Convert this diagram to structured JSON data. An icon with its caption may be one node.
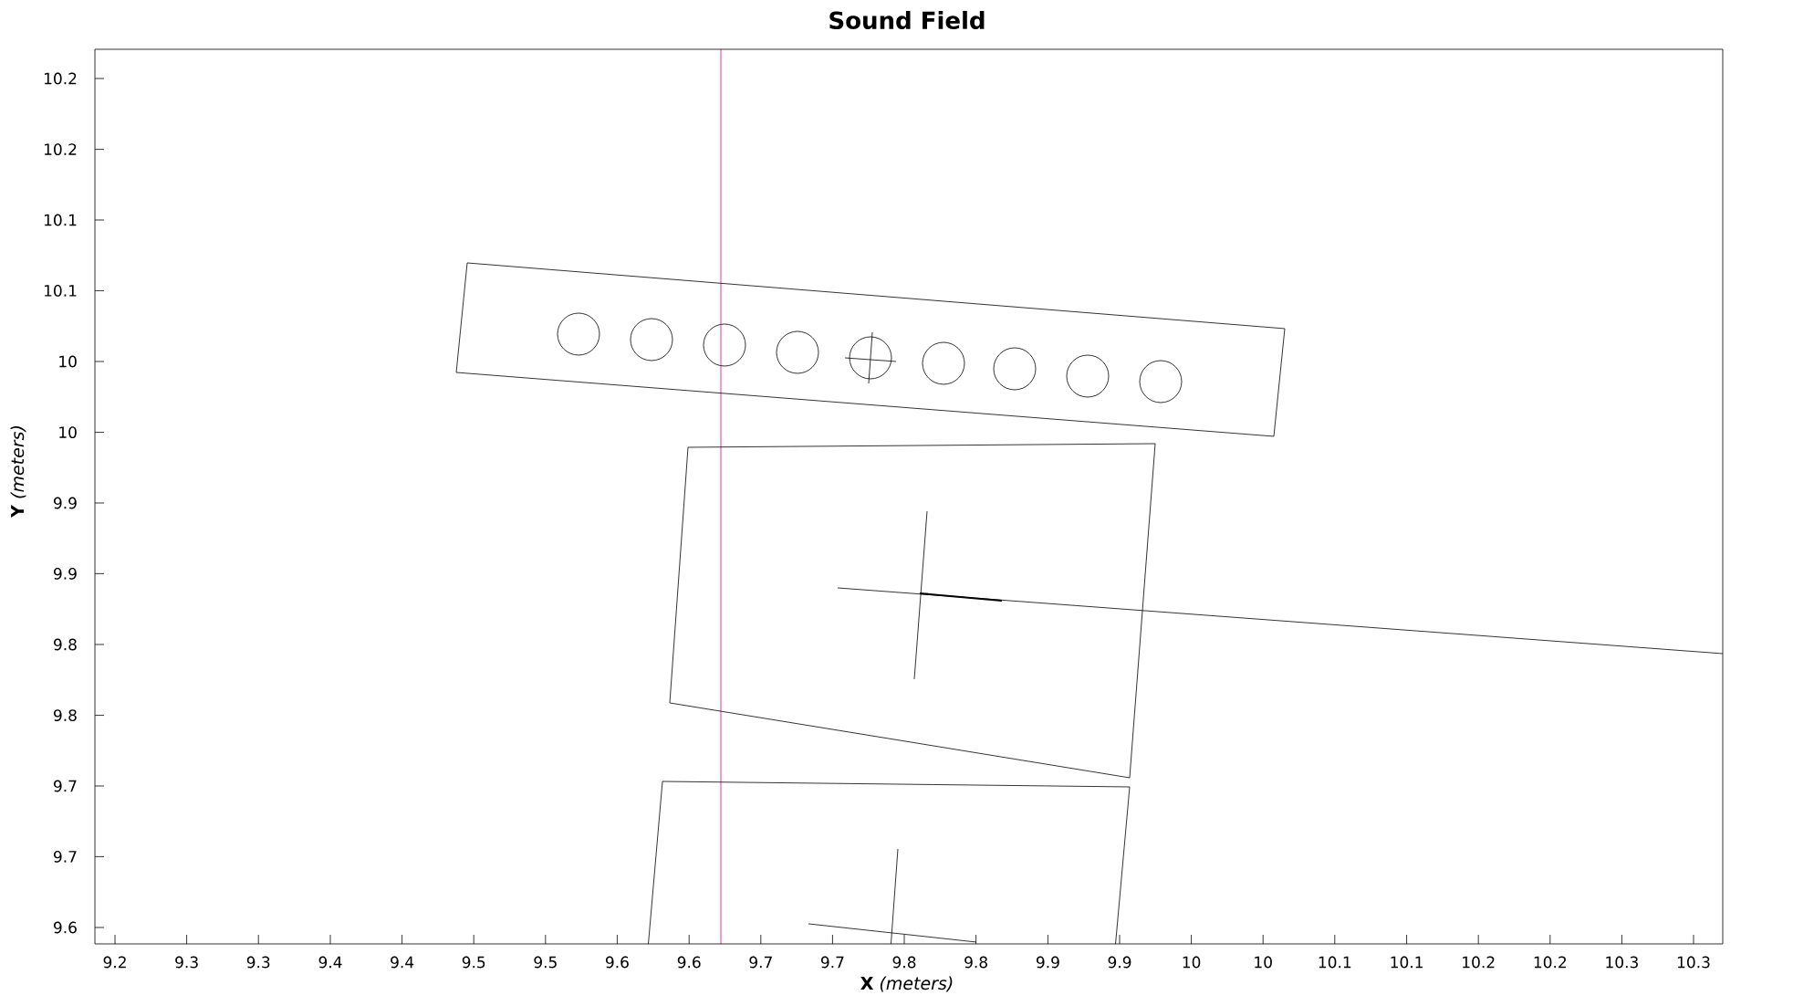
{
  "diagram": {
    "title": "Sound Field",
    "labels": [
      "10.2",
      "10.2",
      "10.1",
      "10.1",
      "10",
      "10",
      "9.9",
      "9.9",
      "9.8",
      "9.8",
      "9.7",
      "9.7",
      "9.6",
      "**Y** *(meters)*",
      "9.2",
      "9.3",
      "9.3",
      "9.4",
      "9.4",
      "9.5",
      "9.5",
      "9.6",
      "9.6",
      "9.7",
      "9.7",
      "9.8",
      "9.8",
      "9.9",
      "9.9",
      "10",
      "10",
      "10.1",
      "10.1",
      "10.2",
      "10.2",
      "10.3",
      "10.3",
      "**X** *(meters)*"
    ]
  }
}
